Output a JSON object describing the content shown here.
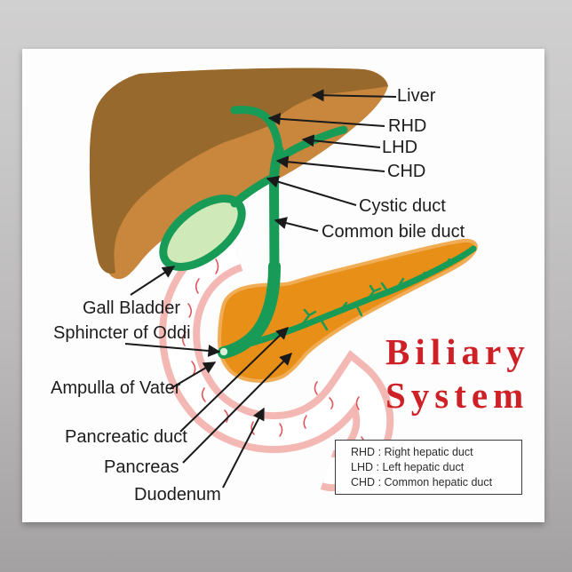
{
  "poster": {
    "title": {
      "line1": "Biliary",
      "line2": "System"
    },
    "labels": {
      "liver": "Liver",
      "rhd": "RHD",
      "lhd": "LHD",
      "chd": "CHD",
      "cystic_duct": "Cystic duct",
      "common_bile_duct": "Common bile duct",
      "gall_bladder": "Gall Bladder",
      "sphincter_of_oddi": "Sphincter of Oddi",
      "ampulla_of_vater": "Ampulla of Vater",
      "pancreatic_duct": "Pancreatic duct",
      "pancreas": "Pancreas",
      "duodenum": "Duodenum"
    },
    "legend": {
      "separator": " : ",
      "rows": [
        {
          "abbr": "RHD",
          "meaning": "Right hepatic duct"
        },
        {
          "abbr": "LHD",
          "meaning": "Left hepatic duct"
        },
        {
          "abbr": "CHD",
          "meaning": "Common hepatic duct"
        }
      ]
    },
    "colors": {
      "title_red": "#ce2127",
      "label_text": "#1c1c1c",
      "poster_bg": "#fdfdfd",
      "liver_dark": "#98692c",
      "liver_light": "#c9863d",
      "duct_green": "#189b56",
      "gallbladder_fill": "#cfeab8",
      "pancreas_orange": "#e88f17",
      "pancreas_rim": "#f1ad55",
      "duodenum_pink": "#f3b8b3",
      "squiggle_red": "#e0565c"
    }
  }
}
